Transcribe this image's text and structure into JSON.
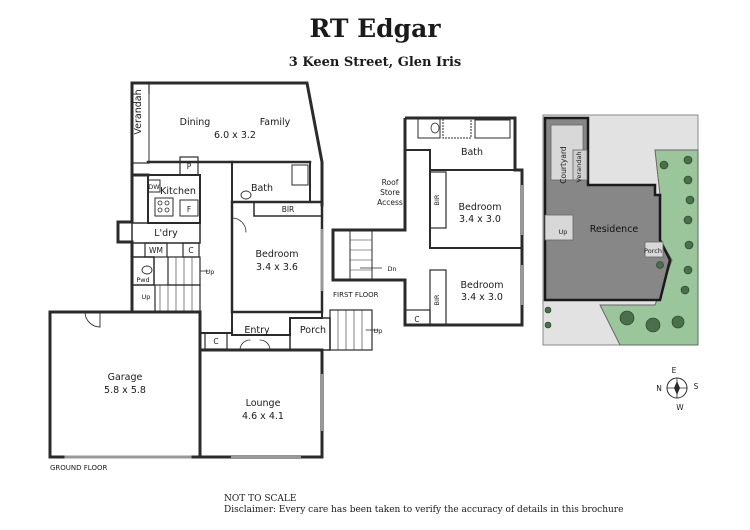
{
  "header": {
    "title": "RT Edgar",
    "address": "3 Keen Street, Glen Iris"
  },
  "ground_floor": {
    "label": "GROUND FLOOR",
    "rooms": {
      "verandah": "Verandah",
      "dining": "Dining",
      "family": "Family",
      "dining_family_size": "6.0 x 3.2",
      "pantry": "P",
      "dishwasher": "DW",
      "kitchen": "Kitchen",
      "fridge": "F",
      "bath": "Bath",
      "bir": "BIR",
      "laundry": "L'dry",
      "wm": "WM",
      "cupboard": "C",
      "powder": "Pwd",
      "up_stairs": "Up",
      "up_side": "Up",
      "bedroom": "Bedroom",
      "bedroom_size": "3.4 x 3.6",
      "garage": "Garage",
      "garage_size": "5.8 x 5.8",
      "entry": "Entry",
      "entry_cupboard": "C",
      "porch": "Porch",
      "porch_up": "Up",
      "lounge": "Lounge",
      "lounge_size": "4.6 x 4.1"
    }
  },
  "first_floor": {
    "label": "FIRST FLOOR",
    "rooms": {
      "bath": "Bath",
      "roof_store_1": "Roof",
      "roof_store_2": "Store",
      "roof_store_3": "Access",
      "bedroom1": "Bedroom",
      "bedroom1_size": "3.4 x 3.0",
      "bir1": "BIR",
      "dn": "Dn",
      "bedroom2": "Bedroom",
      "bedroom2_size": "3.4 x 3.0",
      "bir2": "BIR",
      "cupboard": "C"
    }
  },
  "site_plan": {
    "courtyard": "Courtyard",
    "verandah": "Verandah",
    "residence": "Residence",
    "porch": "Porch",
    "up": "Up"
  },
  "compass": {
    "n": "N",
    "e": "E",
    "s": "S",
    "w": "W"
  },
  "footer": {
    "not_to_scale": "NOT TO SCALE",
    "disclaimer": "Disclaimer: Every care has been taken to verify the accuracy of details in this brochure"
  },
  "colors": {
    "wall": "#2b2b2b",
    "site_roof": "#878787",
    "lawn": "#9bc59b",
    "paving": "#e2e2e2",
    "tree": "#4b6f4b"
  }
}
